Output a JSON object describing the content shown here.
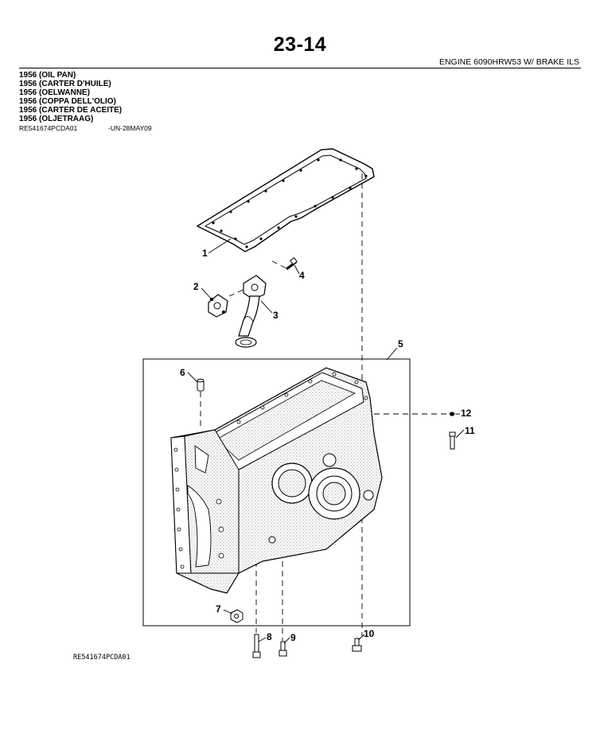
{
  "page": {
    "number": "23-14",
    "section": "ENGINE 6090HRW53 W/ BRAKE ILS"
  },
  "titles": [
    "1956 (OIL PAN)",
    "1956 (CARTER D'HUILE)",
    "1956 (OELWANNE)",
    "1956 (COPPA DELL'OLIO)",
    "1956 (CARTER DE ACEITE)",
    "1956 (OLJETRAAG)"
  ],
  "reference": {
    "code": "RE541674PCDA01",
    "date": "-UN-28MAY09"
  },
  "illustration_code": "RE541674PCDA01",
  "callouts": [
    "1",
    "2",
    "3",
    "4",
    "5",
    "6",
    "7",
    "8",
    "9",
    "10",
    "11",
    "12"
  ]
}
